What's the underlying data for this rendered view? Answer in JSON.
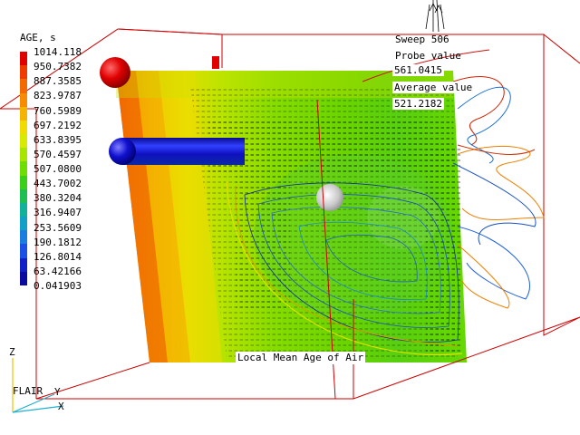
{
  "legend": {
    "title": "AGE, s",
    "labels": [
      "1014.118",
      "950.7382",
      "887.3585",
      "823.9787",
      "760.5989",
      "697.2192",
      "633.8395",
      "570.4597",
      "507.0800",
      "443.7002",
      "380.3204",
      "316.9407",
      "253.5609",
      "190.1812",
      "126.8014",
      "63.42166",
      "0.041903"
    ],
    "colors": [
      "#e00000",
      "#f03a00",
      "#f46a00",
      "#f78c00",
      "#f5b400",
      "#f0dc00",
      "#d8ea00",
      "#a8e600",
      "#6ede00",
      "#3ccf1a",
      "#1ebf52",
      "#12b29a",
      "#10a0c8",
      "#1a7ee0",
      "#1a50e6",
      "#1020c8",
      "#0a0aa0"
    ]
  },
  "info": {
    "sweep": "Sweep 506",
    "probe_label": "Probe value",
    "probe_value": "561.0415",
    "average_label": "Average value",
    "average_value": "521.2182"
  },
  "caption": "Local Mean Age of Air",
  "brand": "FLAIR",
  "axes": {
    "x": "X",
    "y": "Y",
    "z": "Z"
  },
  "colors": {
    "frame": "#cc0000",
    "vector": "#000000",
    "inlet": "#d00000",
    "outlet": "#1010d0"
  },
  "icons": {
    "inlet": "red-sphere-inlet",
    "outlet": "blue-sphere-outlet",
    "probe": "grey-sphere-probe"
  }
}
